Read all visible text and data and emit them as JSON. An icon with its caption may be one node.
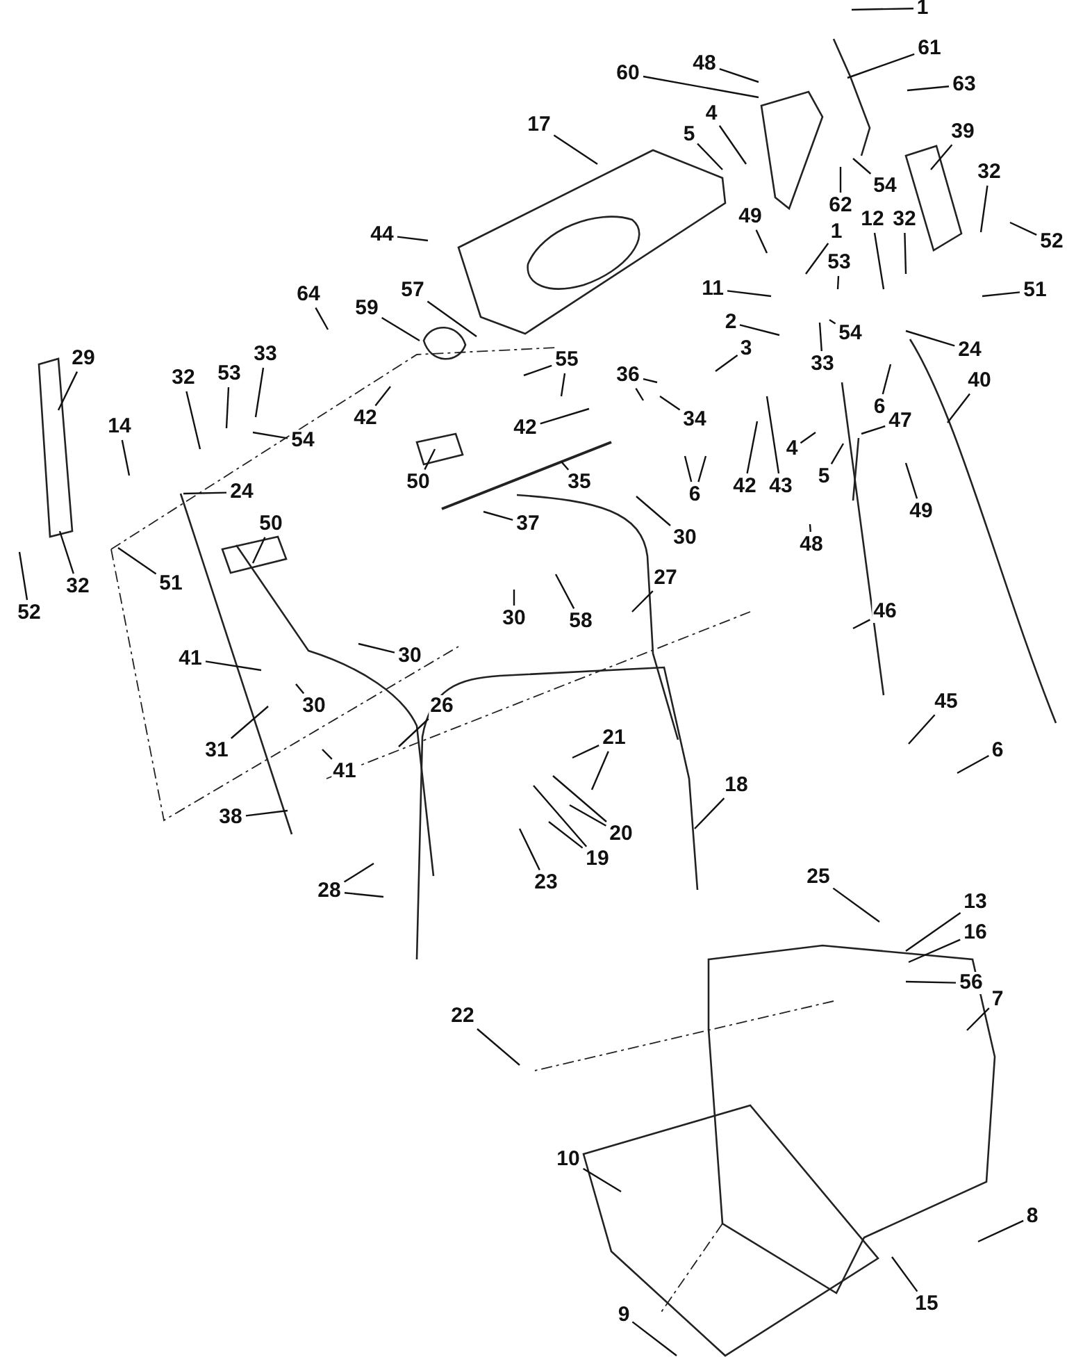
{
  "diagram": {
    "nodes": [
      {
        "text": [
          "1"
        ]
      },
      {
        "text": [
          "61"
        ]
      },
      {
        "text": [
          "48"
        ]
      },
      {
        "text": [
          "60"
        ]
      },
      {
        "text": [
          "63"
        ]
      },
      {
        "text": [
          "4"
        ]
      },
      {
        "text": [
          "17"
        ]
      },
      {
        "text": [
          "39"
        ]
      },
      {
        "text": [
          "5"
        ]
      },
      {
        "text": [
          "32"
        ]
      },
      {
        "text": [
          "54"
        ]
      },
      {
        "text": [
          "62"
        ]
      },
      {
        "text": [
          "49"
        ]
      },
      {
        "text": [
          "12"
        ]
      },
      {
        "text": [
          "32"
        ]
      },
      {
        "text": [
          "1"
        ]
      },
      {
        "text": [
          "44"
        ]
      },
      {
        "text": [
          "52"
        ]
      },
      {
        "text": [
          "53"
        ]
      },
      {
        "text": [
          "11"
        ]
      },
      {
        "text": [
          "51"
        ]
      },
      {
        "text": [
          "57"
        ]
      },
      {
        "text": [
          "64"
        ]
      },
      {
        "text": [
          "59"
        ]
      },
      {
        "text": [
          "2"
        ]
      },
      {
        "text": [
          "54"
        ]
      },
      {
        "text": [
          "3"
        ]
      },
      {
        "text": [
          "24"
        ]
      },
      {
        "text": [
          "33"
        ]
      },
      {
        "text": [
          "29"
        ]
      },
      {
        "text": [
          "55"
        ]
      },
      {
        "text": [
          "33"
        ]
      },
      {
        "text": [
          "53"
        ]
      },
      {
        "text": [
          "32"
        ]
      },
      {
        "text": [
          "40"
        ]
      },
      {
        "text": [
          "36"
        ]
      },
      {
        "text": [
          "6"
        ]
      },
      {
        "text": [
          "47"
        ]
      },
      {
        "text": [
          "42"
        ]
      },
      {
        "text": [
          "34"
        ]
      },
      {
        "text": [
          "14"
        ]
      },
      {
        "text": [
          "54"
        ]
      },
      {
        "text": [
          "42"
        ]
      },
      {
        "text": [
          "4"
        ]
      },
      {
        "text": [
          "5"
        ]
      },
      {
        "text": [
          "50"
        ]
      },
      {
        "text": [
          "35"
        ]
      },
      {
        "text": [
          "42"
        ]
      },
      {
        "text": [
          "43"
        ]
      },
      {
        "text": [
          "24"
        ]
      },
      {
        "text": [
          "6"
        ]
      },
      {
        "text": [
          "49"
        ]
      },
      {
        "text": [
          "50"
        ]
      },
      {
        "text": [
          "37"
        ]
      },
      {
        "text": [
          "48"
        ]
      },
      {
        "text": [
          "30"
        ]
      },
      {
        "text": [
          "27"
        ]
      },
      {
        "text": [
          "51"
        ]
      },
      {
        "text": [
          "32"
        ]
      },
      {
        "text": [
          "46"
        ]
      },
      {
        "text": [
          "52"
        ]
      },
      {
        "text": [
          "30"
        ]
      },
      {
        "text": [
          "58"
        ]
      },
      {
        "text": [
          "30"
        ]
      },
      {
        "text": [
          "41"
        ]
      },
      {
        "text": [
          "45"
        ]
      },
      {
        "text": [
          "26"
        ]
      },
      {
        "text": [
          "30"
        ]
      },
      {
        "text": [
          "21"
        ]
      },
      {
        "text": [
          "6"
        ]
      },
      {
        "text": [
          "31"
        ]
      },
      {
        "text": [
          "41"
        ]
      },
      {
        "text": [
          "18"
        ]
      },
      {
        "text": [
          "38"
        ]
      },
      {
        "text": [
          "20"
        ]
      },
      {
        "text": [
          "19"
        ]
      },
      {
        "text": [
          "23"
        ]
      },
      {
        "text": [
          "25"
        ]
      },
      {
        "text": [
          "28"
        ]
      },
      {
        "text": [
          "13"
        ]
      },
      {
        "text": [
          "16"
        ]
      },
      {
        "text": [
          "56"
        ]
      },
      {
        "text": [
          "7"
        ]
      },
      {
        "text": [
          "22"
        ]
      },
      {
        "text": [
          "10"
        ]
      },
      {
        "text": [
          "8"
        ]
      },
      {
        "text": [
          "15"
        ]
      },
      {
        "text": [
          "9"
        ]
      }
    ],
    "edges": [
      {
        "from": 0,
        "to": null,
        "arrow": "none"
      },
      {
        "from": 1,
        "to": null,
        "arrow": "none"
      },
      {
        "from": 2,
        "to": null,
        "arrow": "none"
      },
      {
        "from": 3,
        "to": null,
        "arrow": "none"
      },
      {
        "from": 4,
        "to": null,
        "arrow": "none"
      },
      {
        "from": 5,
        "to": null,
        "arrow": "none"
      },
      {
        "from": 6,
        "to": null,
        "arrow": "none"
      },
      {
        "from": 7,
        "to": null,
        "arrow": "none"
      },
      {
        "from": 8,
        "to": null,
        "arrow": "none"
      },
      {
        "from": 9,
        "to": null,
        "arrow": "none"
      },
      {
        "from": 10,
        "to": null,
        "arrow": "none"
      },
      {
        "from": 11,
        "to": null,
        "arrow": "none"
      },
      {
        "from": 12,
        "to": null,
        "arrow": "none"
      },
      {
        "from": 13,
        "to": null,
        "arrow": "none"
      },
      {
        "from": 14,
        "to": null,
        "arrow": "none"
      },
      {
        "from": 15,
        "to": null,
        "arrow": "none"
      },
      {
        "from": 16,
        "to": null,
        "arrow": "none"
      },
      {
        "from": 17,
        "to": null,
        "arrow": "none"
      },
      {
        "from": 18,
        "to": null,
        "arrow": "none"
      },
      {
        "from": 19,
        "to": null,
        "arrow": "none"
      },
      {
        "from": 20,
        "to": null,
        "arrow": "none"
      },
      {
        "from": 21,
        "to": null,
        "arrow": "none"
      },
      {
        "from": 22,
        "to": null,
        "arrow": "none"
      },
      {
        "from": 23,
        "to": null,
        "arrow": "none"
      },
      {
        "from": 24,
        "to": null,
        "arrow": "none"
      },
      {
        "from": 25,
        "to": null,
        "arrow": "none"
      },
      {
        "from": 26,
        "to": null,
        "arrow": "none"
      },
      {
        "from": 27,
        "to": null,
        "arrow": "none"
      },
      {
        "from": 28,
        "to": null,
        "arrow": "none"
      },
      {
        "from": 29,
        "to": null,
        "arrow": "none"
      },
      {
        "from": 30,
        "to": null,
        "arrow": "none"
      },
      {
        "from": 30,
        "to": null,
        "arrow": "none"
      },
      {
        "from": 31,
        "to": null,
        "arrow": "none"
      },
      {
        "from": 32,
        "to": null,
        "arrow": "none"
      },
      {
        "from": 33,
        "to": null,
        "arrow": "none"
      },
      {
        "from": 34,
        "to": null,
        "arrow": "none"
      },
      {
        "from": 35,
        "to": null,
        "arrow": "none"
      },
      {
        "from": 35,
        "to": null,
        "arrow": "none"
      },
      {
        "from": 36,
        "to": null,
        "arrow": "none"
      },
      {
        "from": 37,
        "to": null,
        "arrow": "none"
      },
      {
        "from": 38,
        "to": null,
        "arrow": "none"
      },
      {
        "from": 39,
        "to": null,
        "arrow": "none"
      },
      {
        "from": 40,
        "to": null,
        "arrow": "none"
      },
      {
        "from": 41,
        "to": null,
        "arrow": "none"
      },
      {
        "from": 42,
        "to": null,
        "arrow": "none"
      },
      {
        "from": 43,
        "to": null,
        "arrow": "none"
      },
      {
        "from": 44,
        "to": null,
        "arrow": "none"
      },
      {
        "from": 45,
        "to": null,
        "arrow": "none"
      },
      {
        "from": 46,
        "to": null,
        "arrow": "none"
      },
      {
        "from": 47,
        "to": null,
        "arrow": "none"
      },
      {
        "from": 48,
        "to": null,
        "arrow": "none"
      },
      {
        "from": 49,
        "to": null,
        "arrow": "none"
      },
      {
        "from": 50,
        "to": null,
        "arrow": "none"
      },
      {
        "from": 50,
        "to": null,
        "arrow": "none"
      },
      {
        "from": 51,
        "to": null,
        "arrow": "none"
      },
      {
        "from": 52,
        "to": null,
        "arrow": "none"
      },
      {
        "from": 53,
        "to": null,
        "arrow": "none"
      },
      {
        "from": 54,
        "to": null,
        "arrow": "none"
      },
      {
        "from": 55,
        "to": null,
        "arrow": "none"
      },
      {
        "from": 56,
        "to": null,
        "arrow": "none"
      },
      {
        "from": 57,
        "to": null,
        "arrow": "none"
      },
      {
        "from": 58,
        "to": null,
        "arrow": "none"
      },
      {
        "from": 59,
        "to": null,
        "arrow": "none"
      },
      {
        "from": 60,
        "to": null,
        "arrow": "none"
      },
      {
        "from": 61,
        "to": null,
        "arrow": "none"
      },
      {
        "from": 62,
        "to": null,
        "arrow": "none"
      },
      {
        "from": 63,
        "to": null,
        "arrow": "none"
      },
      {
        "from": 64,
        "to": null,
        "arrow": "none"
      },
      {
        "from": 65,
        "to": null,
        "arrow": "none"
      },
      {
        "from": 66,
        "to": null,
        "arrow": "none"
      },
      {
        "from": 67,
        "to": null,
        "arrow": "none"
      },
      {
        "from": 68,
        "to": null,
        "arrow": "none"
      },
      {
        "from": 68,
        "to": null,
        "arrow": "none"
      },
      {
        "from": 69,
        "to": null,
        "arrow": "none"
      },
      {
        "from": 70,
        "to": null,
        "arrow": "none"
      },
      {
        "from": 71,
        "to": null,
        "arrow": "none"
      },
      {
        "from": 72,
        "to": null,
        "arrow": "none"
      },
      {
        "from": 73,
        "to": null,
        "arrow": "none"
      },
      {
        "from": 74,
        "to": null,
        "arrow": "none"
      },
      {
        "from": 74,
        "to": null,
        "arrow": "none"
      },
      {
        "from": 75,
        "to": null,
        "arrow": "none"
      },
      {
        "from": 75,
        "to": null,
        "arrow": "none"
      },
      {
        "from": 76,
        "to": null,
        "arrow": "none"
      },
      {
        "from": 77,
        "to": null,
        "arrow": "none"
      },
      {
        "from": 78,
        "to": null,
        "arrow": "none"
      },
      {
        "from": 78,
        "to": null,
        "arrow": "none"
      },
      {
        "from": 79,
        "to": null,
        "arrow": "none"
      },
      {
        "from": 80,
        "to": null,
        "arrow": "none"
      },
      {
        "from": 81,
        "to": null,
        "arrow": "none"
      },
      {
        "from": 82,
        "to": null,
        "arrow": "none"
      },
      {
        "from": 83,
        "to": null,
        "arrow": "none"
      },
      {
        "from": 84,
        "to": null,
        "arrow": "none"
      },
      {
        "from": 85,
        "to": null,
        "arrow": "none"
      },
      {
        "from": 86,
        "to": null,
        "arrow": "none"
      },
      {
        "from": 87,
        "to": null,
        "arrow": "none"
      }
    ]
  }
}
